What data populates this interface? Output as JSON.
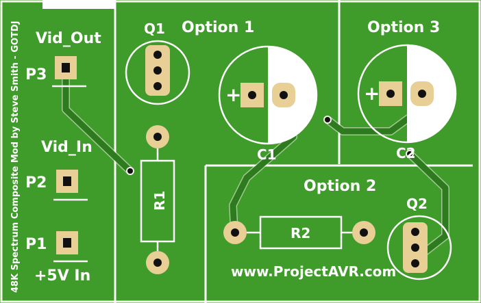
{
  "board": {
    "credit": "48K Spectrum Composite Mod by Steve Smith - GOTDJ",
    "website": "www.ProjectAVR.com",
    "colors": {
      "board": "#3f9b2a",
      "trace": "#2e7a1f",
      "silkscreen": "#ffffff",
      "pad": "#e8cf95",
      "hole": "#111111"
    }
  },
  "connectors": {
    "p3": {
      "ref": "P3",
      "label": "Vid_Out"
    },
    "p2": {
      "ref": "P2",
      "label": "Vid_In"
    },
    "p1": {
      "ref": "P1",
      "label": "+5V In"
    }
  },
  "sections": {
    "option1": "Option 1",
    "option2": "Option 2",
    "option3": "Option 3"
  },
  "components": {
    "q1": "Q1",
    "q2": "Q2",
    "r1": "R1",
    "r2": "R2",
    "c1": "C1",
    "c2": "C2",
    "plus_sign": "+"
  }
}
